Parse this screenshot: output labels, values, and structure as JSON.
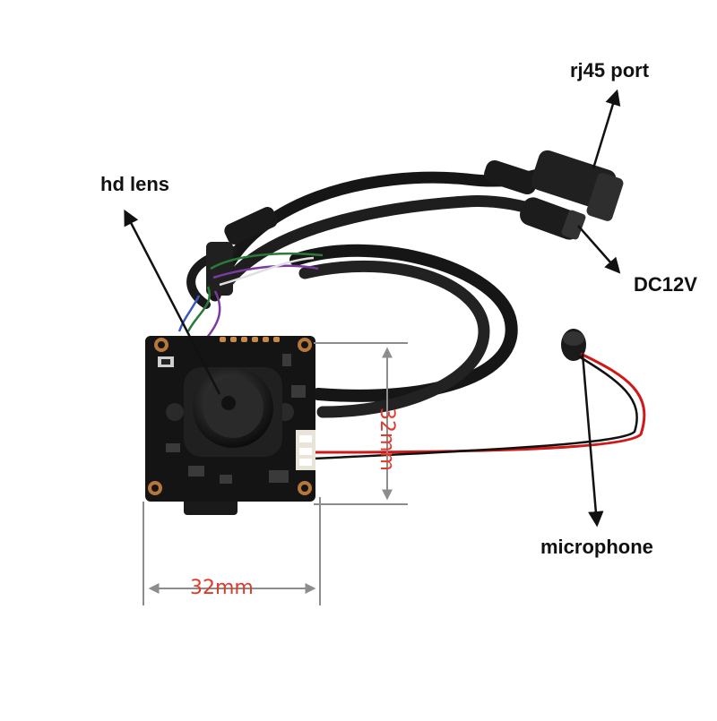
{
  "labels": {
    "rj45": "rj45 port",
    "hd_lens": "hd lens",
    "dc12v": "DC12V",
    "microphone": "microphone"
  },
  "dimensions": {
    "width": "32mm",
    "height": "32mm"
  },
  "colors": {
    "dimension_text": "#e23a2a",
    "dimension_line": "#8c8c8c",
    "label_text": "#111111",
    "pcb": "#141414",
    "cable": "#1b1b1b",
    "wire_red": "#d01818"
  }
}
